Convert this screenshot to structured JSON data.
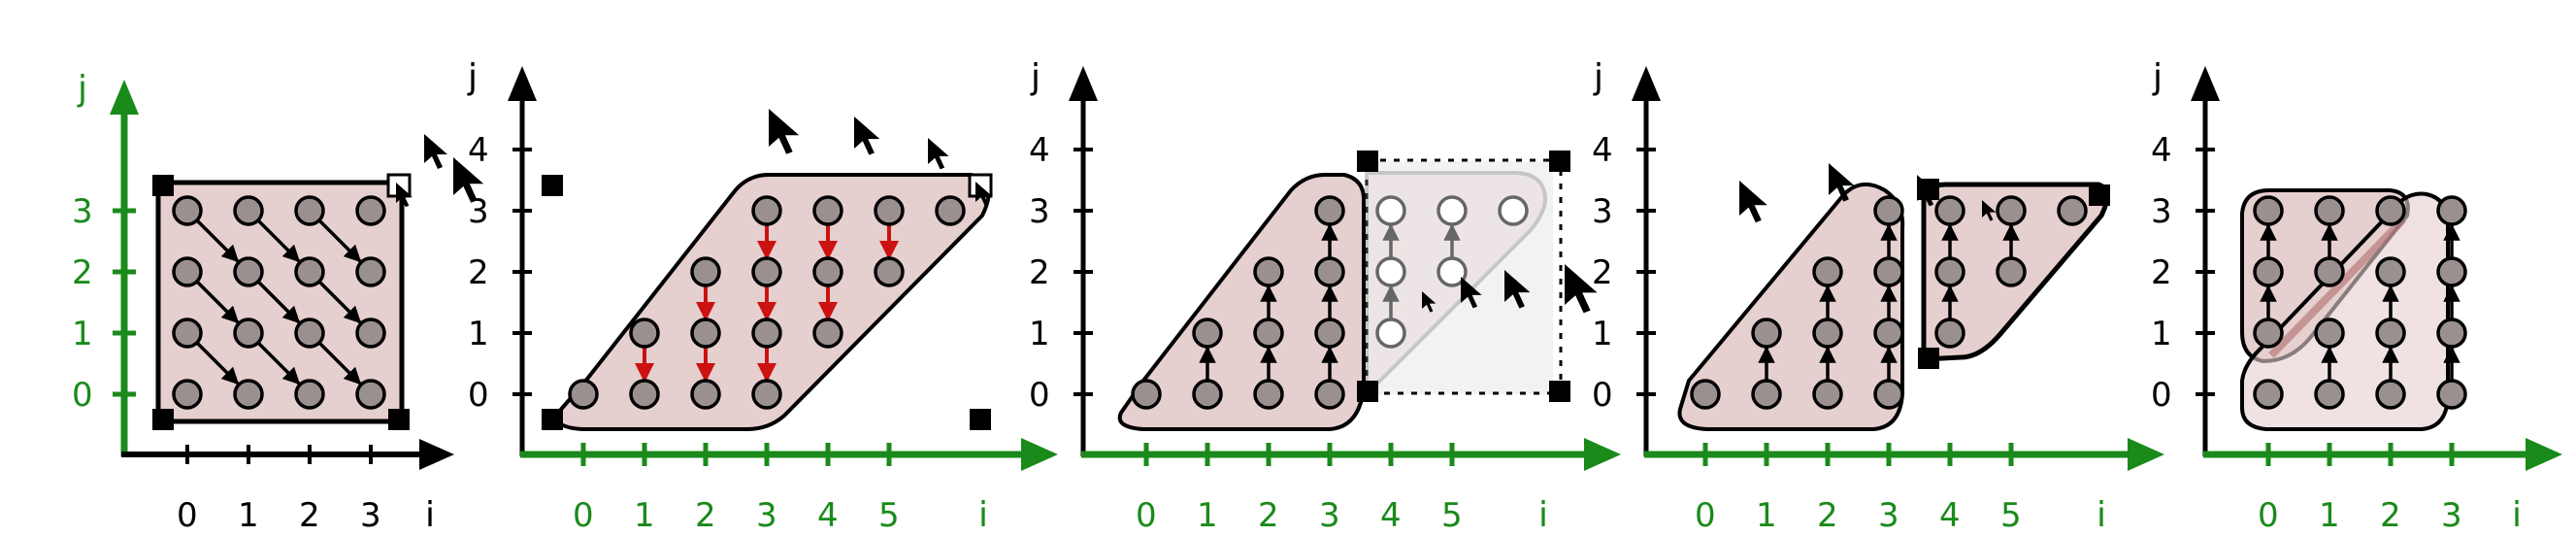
{
  "colors": {
    "green": "#1a8a1a",
    "black": "#000000",
    "red": "#cc1111",
    "region_fill": "#e6cfcf",
    "point_fill": "#9a9090",
    "hollow_fill": "#ffffff",
    "shade": "#f0f0f0"
  },
  "panels": [
    {
      "id": "p1",
      "x_axis_label": "i",
      "y_axis_label": "j",
      "x_ticks": [
        "0",
        "1",
        "2",
        "3"
      ],
      "y_ticks": [
        "0",
        "1",
        "2",
        "3"
      ],
      "x_axis_color": "black",
      "y_axis_color": "green",
      "x_ticks_color": "black",
      "y_ticks_color": "green"
    },
    {
      "id": "p2",
      "x_axis_label": "i",
      "y_axis_label": "j",
      "x_ticks": [
        "0",
        "1",
        "2",
        "3",
        "4",
        "5"
      ],
      "y_ticks": [
        "0",
        "1",
        "2",
        "3",
        "4"
      ],
      "x_axis_color": "green",
      "y_axis_color": "black",
      "x_ticks_color": "green",
      "y_ticks_color": "black"
    },
    {
      "id": "p3",
      "x_axis_label": "i",
      "y_axis_label": "j",
      "x_ticks": [
        "0",
        "1",
        "2",
        "3",
        "4",
        "5"
      ],
      "y_ticks": [
        "0",
        "1",
        "2",
        "3",
        "4"
      ],
      "x_axis_color": "green",
      "y_axis_color": "black",
      "x_ticks_color": "green",
      "y_ticks_color": "black"
    },
    {
      "id": "p4",
      "x_axis_label": "i",
      "y_axis_label": "j",
      "x_ticks": [
        "0",
        "1",
        "2",
        "3",
        "4",
        "5"
      ],
      "y_ticks": [
        "0",
        "1",
        "2",
        "3",
        "4"
      ],
      "x_axis_color": "green",
      "y_axis_color": "black",
      "x_ticks_color": "green",
      "y_ticks_color": "black"
    },
    {
      "id": "p5",
      "x_axis_label": "i",
      "y_axis_label": "j",
      "x_ticks": [
        "0",
        "1",
        "2",
        "3"
      ],
      "y_ticks": [
        "0",
        "1",
        "2",
        "3",
        "4"
      ],
      "x_axis_color": "green",
      "y_axis_color": "black",
      "x_ticks_color": "green",
      "y_ticks_color": "black"
    }
  ],
  "icons": {
    "cursor": "mouse-pointer-icon",
    "corner_marker": "filled-square-marker-icon"
  }
}
